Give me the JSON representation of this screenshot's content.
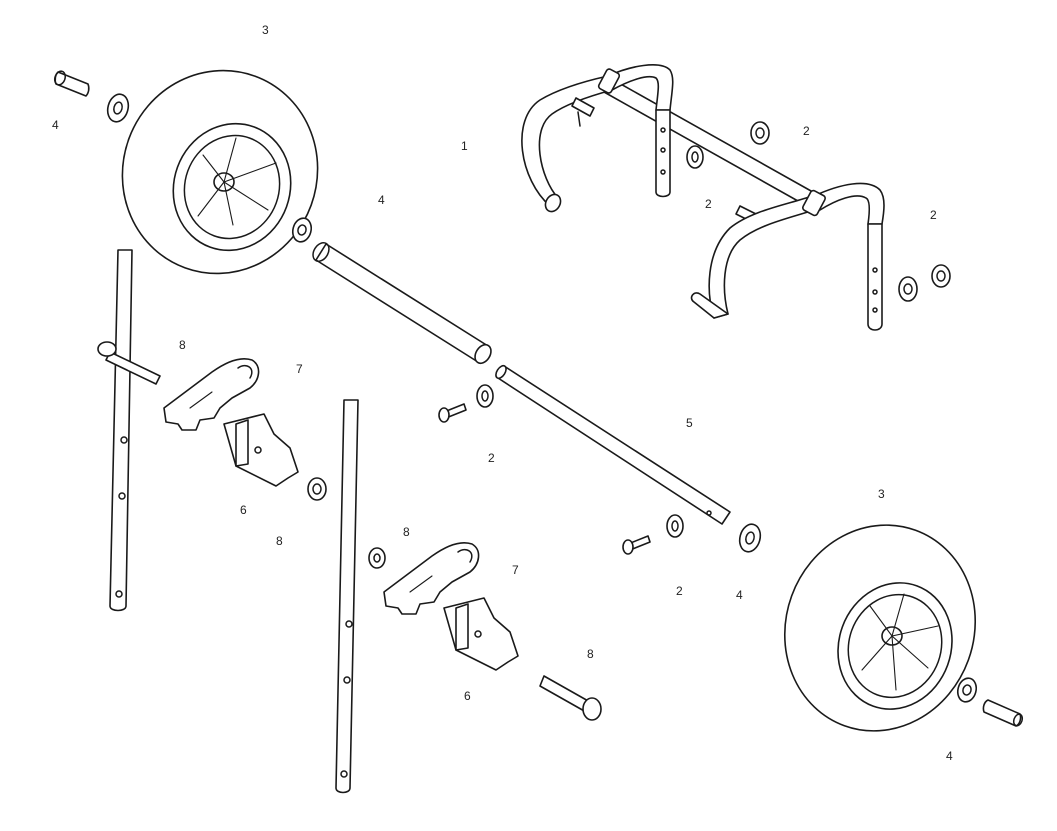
{
  "diagram": {
    "callouts": [
      {
        "id": "c-3-top",
        "text": "3"
      },
      {
        "id": "c-4-topleft",
        "text": "4"
      },
      {
        "id": "c-1",
        "text": "1"
      },
      {
        "id": "c-2-a",
        "text": "2"
      },
      {
        "id": "c-2-b",
        "text": "2"
      },
      {
        "id": "c-2-c",
        "text": "2"
      },
      {
        "id": "c-4-axle",
        "text": "4"
      },
      {
        "id": "c-8-a",
        "text": "8"
      },
      {
        "id": "c-7-a",
        "text": "7"
      },
      {
        "id": "c-5",
        "text": "5"
      },
      {
        "id": "c-2-d",
        "text": "2"
      },
      {
        "id": "c-6-a",
        "text": "6"
      },
      {
        "id": "c-8-b",
        "text": "8"
      },
      {
        "id": "c-3-bottom",
        "text": "3"
      },
      {
        "id": "c-8-c",
        "text": "8"
      },
      {
        "id": "c-7-b",
        "text": "7"
      },
      {
        "id": "c-2-e",
        "text": "2"
      },
      {
        "id": "c-4-right",
        "text": "4"
      },
      {
        "id": "c-8-d",
        "text": "8"
      },
      {
        "id": "c-6-b",
        "text": "6"
      },
      {
        "id": "c-4-bottomright",
        "text": "4"
      }
    ]
  }
}
